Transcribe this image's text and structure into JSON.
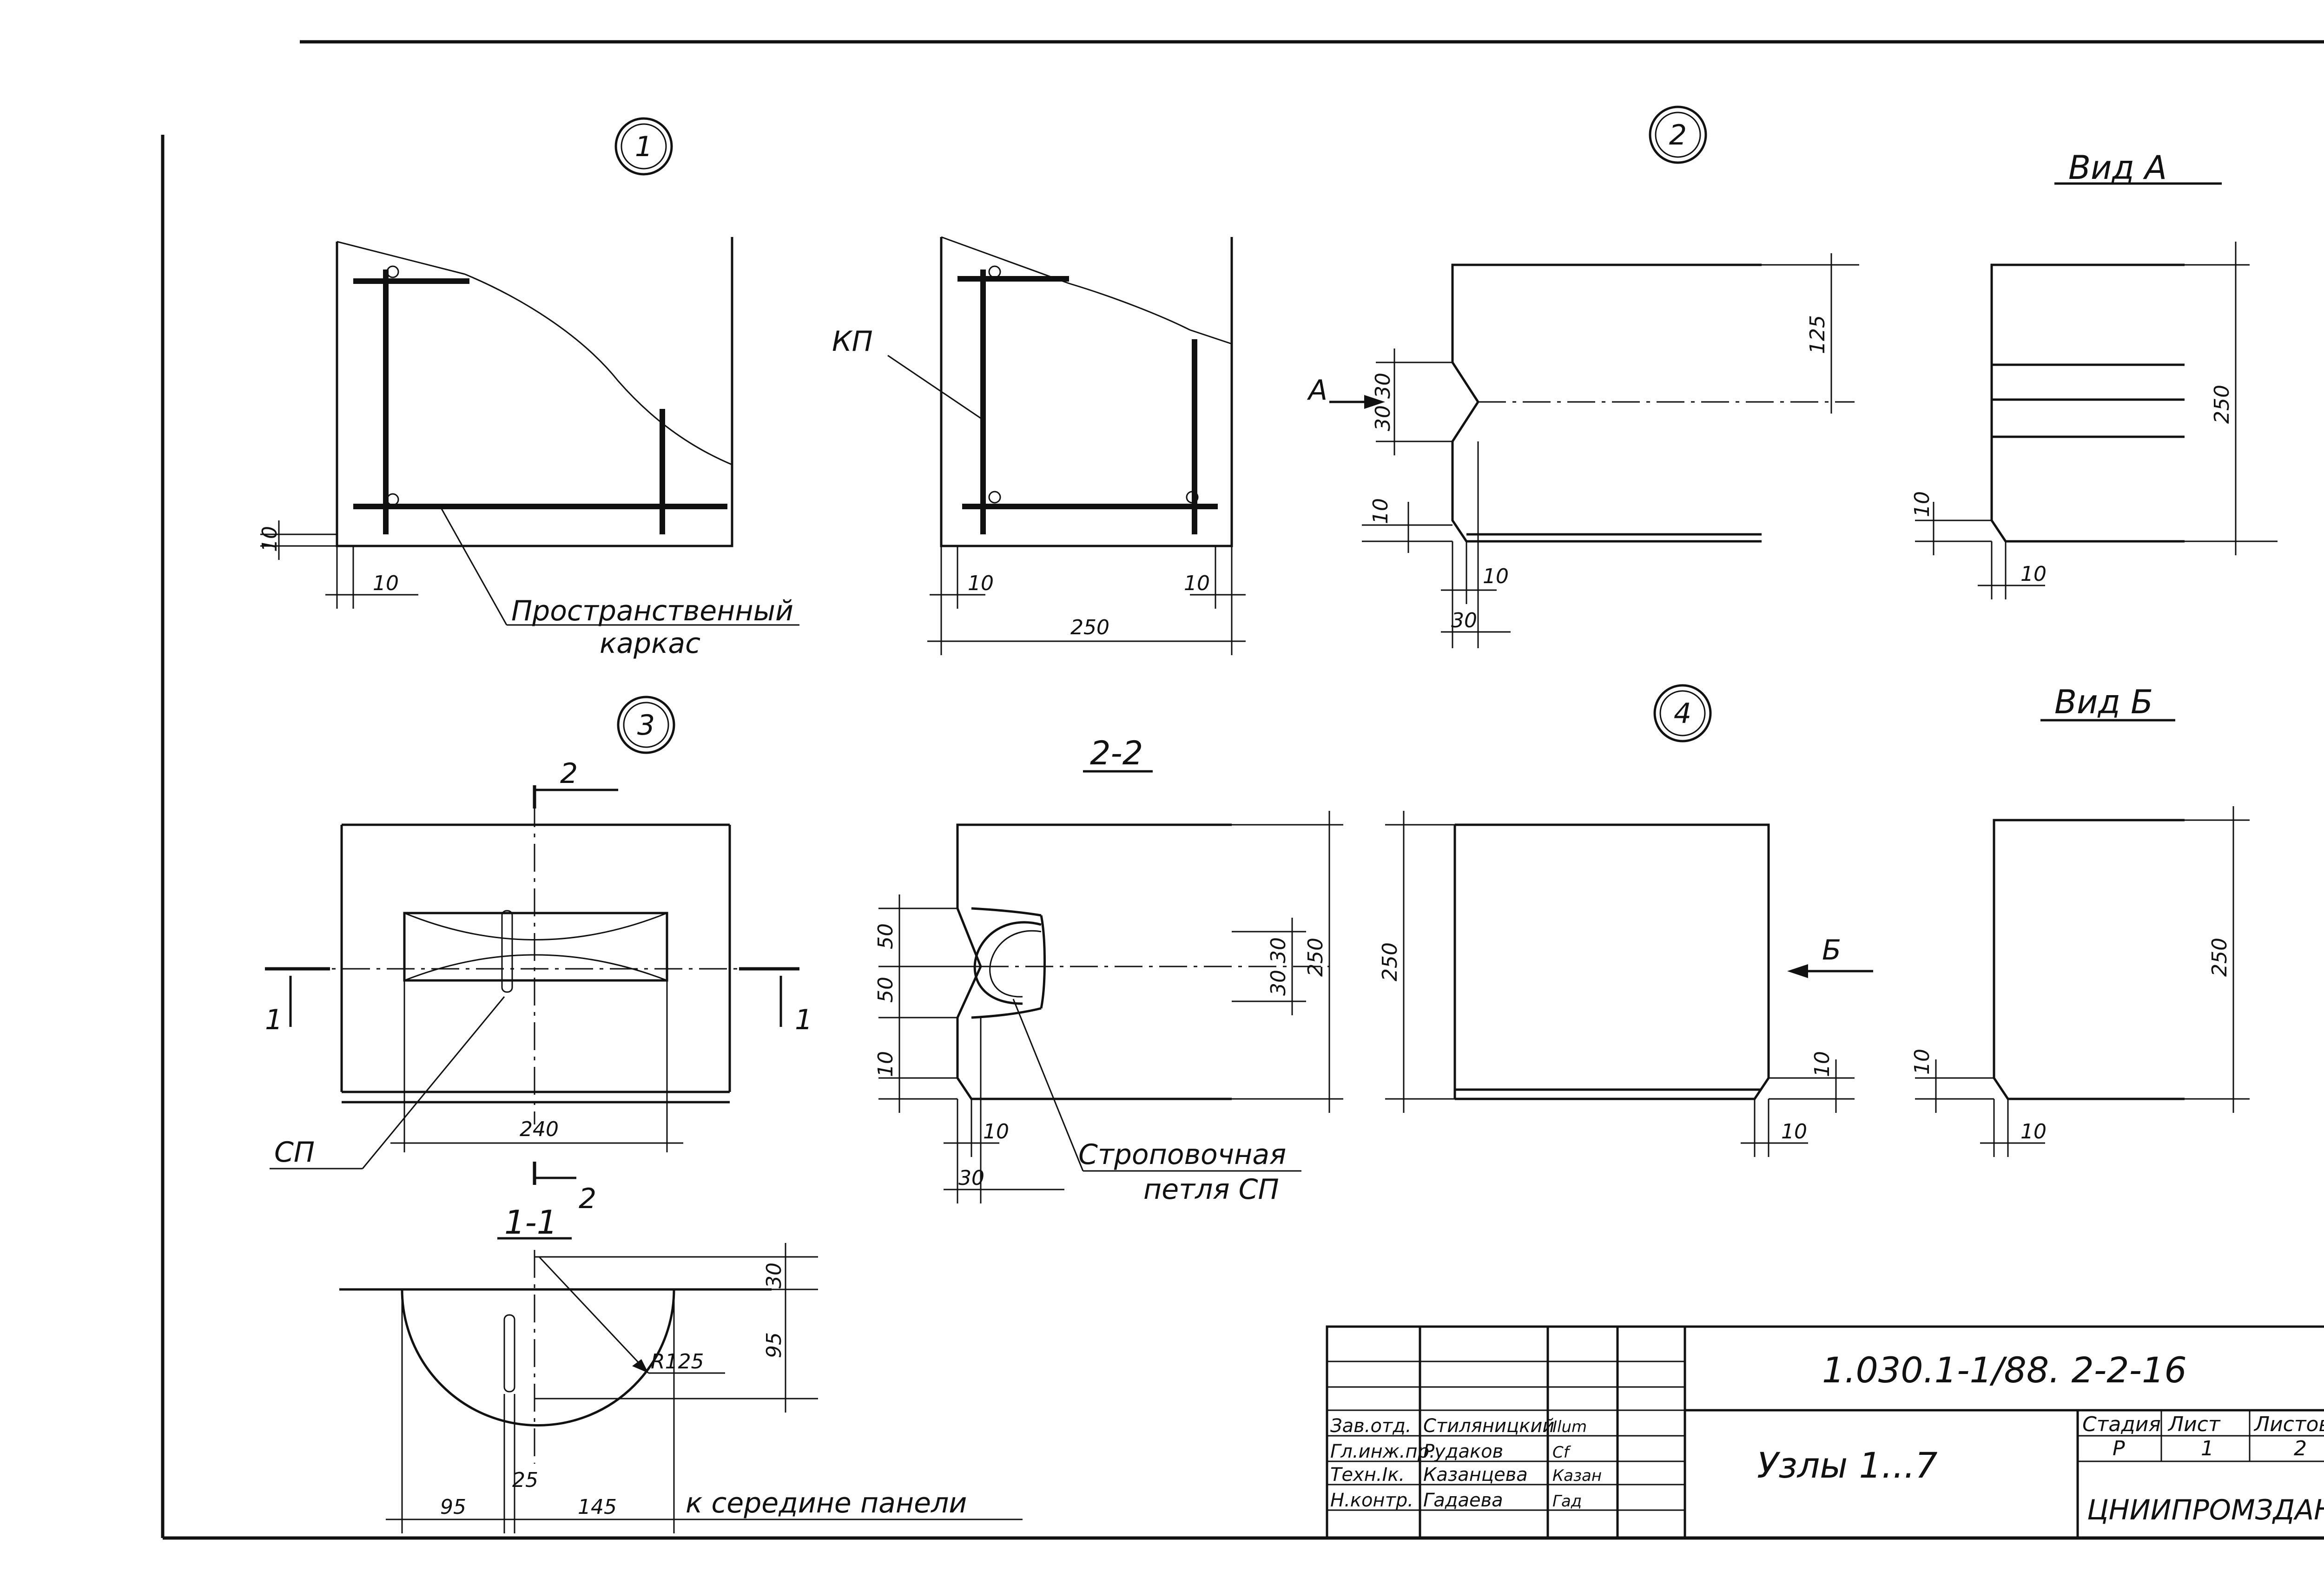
{
  "node_1": {
    "number": "1",
    "dims": {
      "top_offset": "10",
      "left_offset": "10"
    },
    "label": {
      "line1": "Пространственный",
      "line2": "каркас"
    }
  },
  "node_1b": {
    "dims": {
      "left": "10",
      "right": "10",
      "width": "250"
    },
    "label": "КП"
  },
  "node_2": {
    "number": "2",
    "arrow": "А",
    "dims": {
      "upper": "125",
      "notch": "30 30",
      "bottom": "10",
      "chamfer_h": "10",
      "depth": "30"
    }
  },
  "view_a": {
    "title": "Вид А",
    "dims": {
      "height": "250",
      "bottom": "10",
      "chamfer": "10"
    }
  },
  "node_3": {
    "number": "3",
    "cut_2": "2",
    "cut_1": "1",
    "width": "240",
    "label": "СП"
  },
  "section_2_2": {
    "title": "2-2",
    "dims": {
      "top": "50",
      "mid": "50",
      "bottom": "10",
      "notch": "30 30",
      "height": "250",
      "chamfer": "10",
      "depth": "30"
    },
    "label": {
      "line1": "Строповочная",
      "line2": "петля СП"
    }
  },
  "node_4": {
    "number": "4",
    "arrow": "Б",
    "dims": {
      "height": "250",
      "bottom": "10",
      "chamfer": "10"
    }
  },
  "view_b": {
    "title": "Вид Б",
    "dims": {
      "height": "250",
      "bottom": "10",
      "chamfer": "10"
    }
  },
  "section_1_1": {
    "title": "1-1",
    "dims": {
      "top": "30",
      "depth": "95",
      "radius": "R125",
      "left": "95",
      "center": "25",
      "right": "145"
    },
    "note": "к середине панели"
  },
  "title_block": {
    "code": "1.030.1-1/88. 2-2-16",
    "description": "Узлы 1...7",
    "stage_header": "Стадия",
    "sheet_header": "Лист",
    "sheets_header": "Листов",
    "stage": "Р",
    "sheet": "1",
    "sheets": "2",
    "organization": "ЦНИИПРОМЗДАНИЙ",
    "staff": [
      {
        "role": "Зав.отд.",
        "name": "Стиляницкий",
        "sign": "Ilum"
      },
      {
        "role": "Гл.инж.пр.",
        "name": "Рудаков",
        "sign": "Cf"
      },
      {
        "role": "Техн.Iк.",
        "name": "Казанцева",
        "sign": "Казан"
      },
      {
        "role": "Н.контр.",
        "name": "Гадаева",
        "sign": "Гад"
      }
    ]
  }
}
